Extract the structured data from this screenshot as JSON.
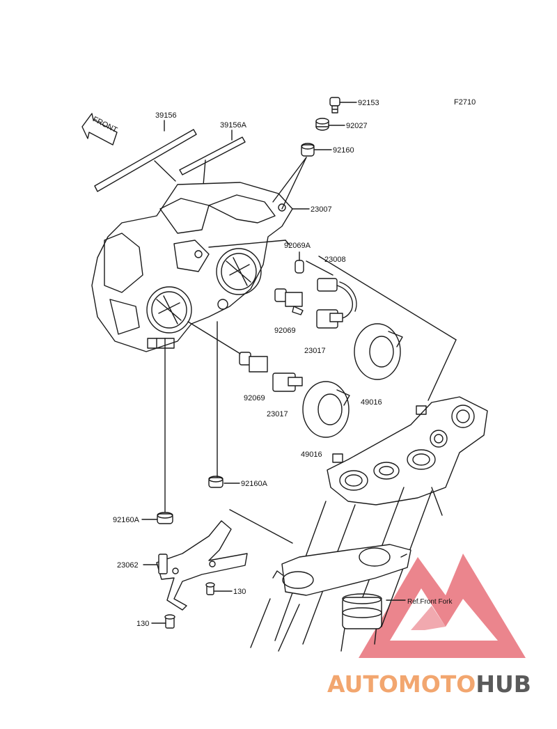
{
  "figure_code": "F2710",
  "front_arrow_label": "FRONT",
  "ref_label": "Ref.Front Fork",
  "watermark": {
    "part1": "AUTOMOTO",
    "part2": "HUB",
    "color1": "#f2a66f",
    "color2": "#5a5a5a",
    "logo_color": "#e8707a"
  },
  "parts": {
    "p92153": "92153",
    "p92027": "92027",
    "p92160_top": "92160",
    "p39156": "39156",
    "p39156A": "39156A",
    "p23007": "23007",
    "p92069A": "92069A",
    "p23008": "23008",
    "p92069_upper": "92069",
    "p23017_upper": "23017",
    "p49016_right": "49016",
    "p92069_lower": "92069",
    "p23017_lower": "23017",
    "p49016_left": "49016",
    "p92160A_right": "92160A",
    "p92160A_left": "92160A",
    "p23062": "23062",
    "p130_right": "130",
    "p130_left": "130"
  }
}
